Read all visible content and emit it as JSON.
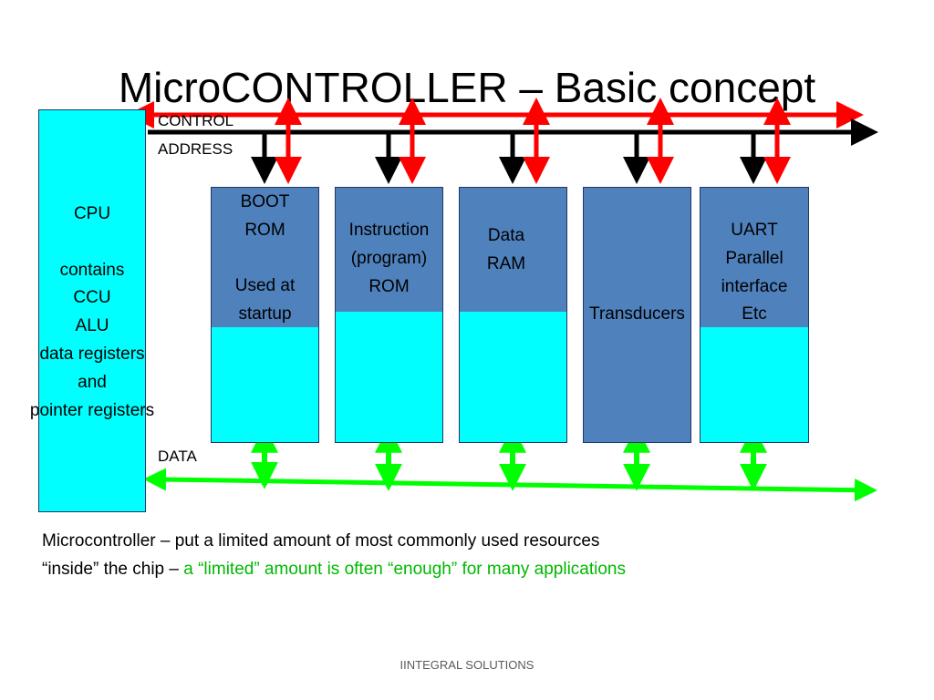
{
  "title": "MicroCONTROLLER – Basic concept",
  "cpu": {
    "text": "CPU\n\ncontains\nCCU\nALU\ndata registers\nand\npointer registers"
  },
  "buses": {
    "control": "CONTROL",
    "address": "ADDRESS",
    "data": "DATA"
  },
  "blocks": [
    {
      "id": "boot-rom",
      "text": "BOOT\nROM\n\nUsed at\nstartup"
    },
    {
      "id": "instruction-rom",
      "text": "Instruction\n(program)\nROM"
    },
    {
      "id": "data-ram",
      "text": "Data\nRAM"
    },
    {
      "id": "transducers",
      "text": "Transducers"
    },
    {
      "id": "uart",
      "text": "UART\nParallel\ninterface\nEtc"
    }
  ],
  "description": {
    "line1": "Microcontroller – put a limited amount of most commonly used resources",
    "line2_plain": "“inside” the chip – ",
    "line2_highlight": "a “limited” amount is often “enough” for many applications"
  },
  "footer": "IINTEGRAL SOLUTIONS",
  "colors": {
    "control_bus": "#ff0000",
    "address_bus": "#000000",
    "data_bus": "#00ff00",
    "block_top": "#4f81bd",
    "block_bottom": "#00ffff",
    "highlight": "#00b800"
  }
}
